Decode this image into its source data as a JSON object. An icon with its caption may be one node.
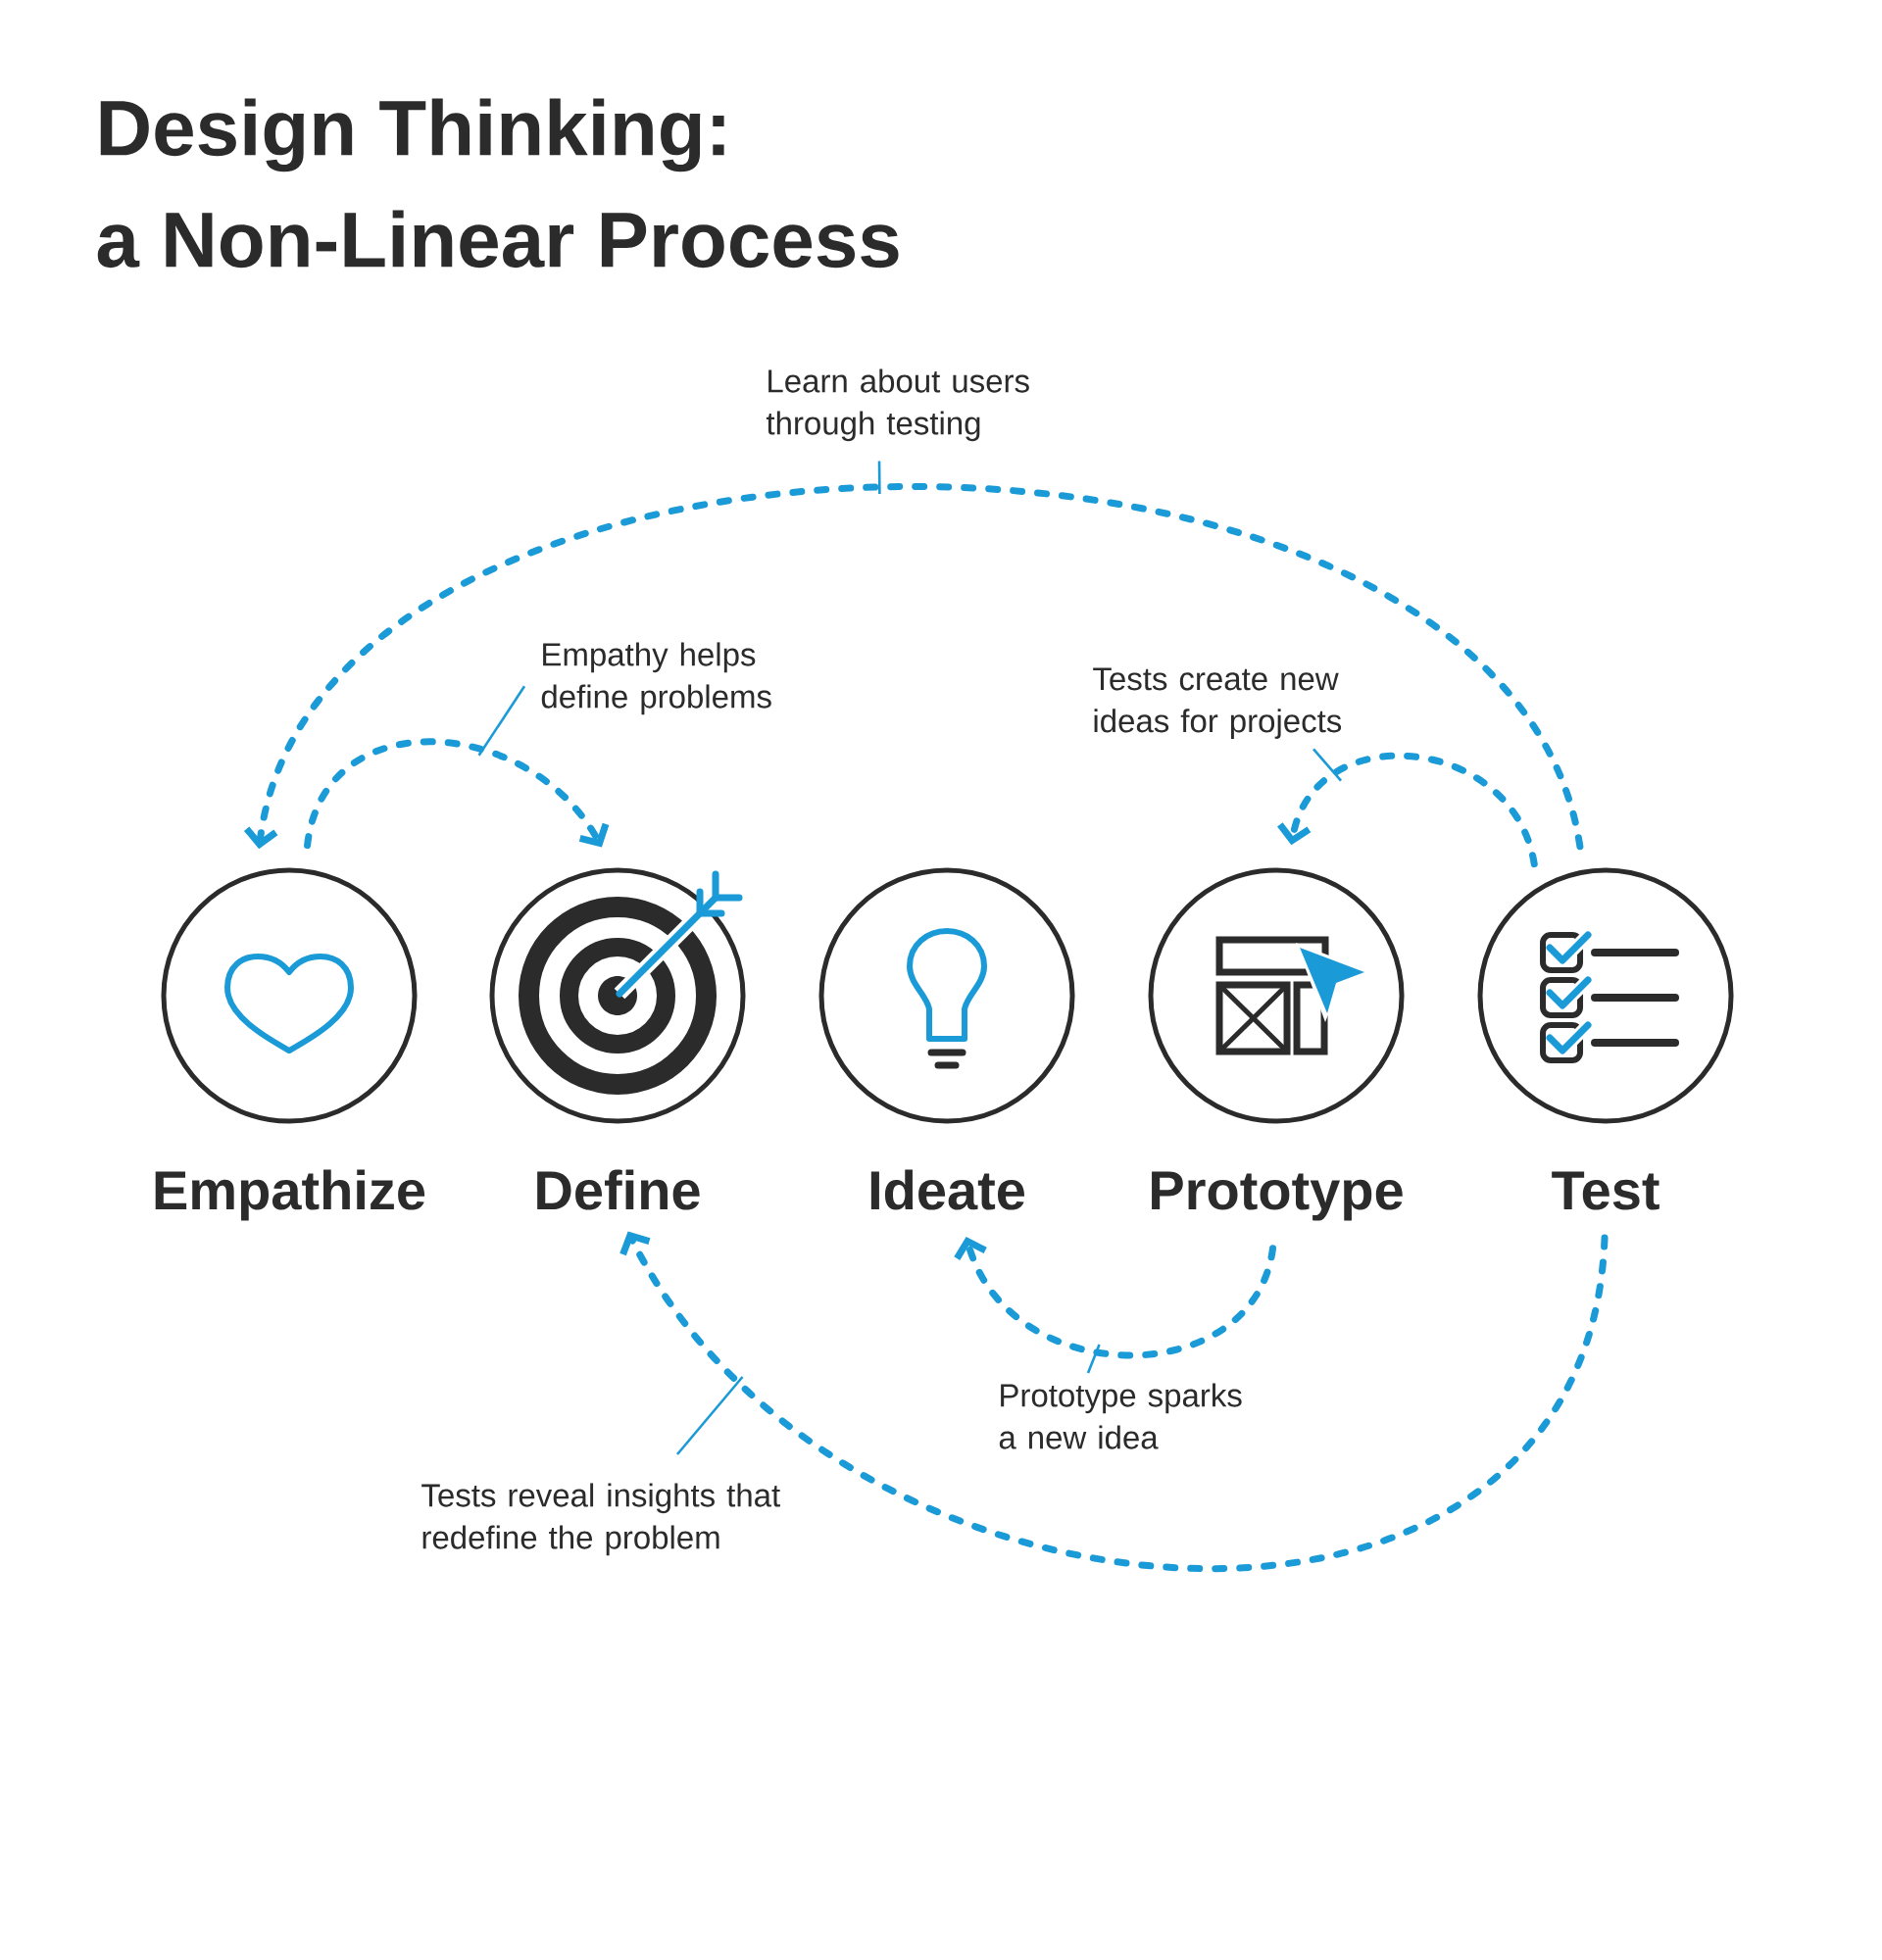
{
  "diagram": {
    "title": "Design Thinking: a Non-Linear Process",
    "nodes": [
      {
        "text": [
          "Empathize"
        ]
      },
      {
        "text": [
          "Define"
        ]
      },
      {
        "text": [
          "Ideate"
        ]
      },
      {
        "text": [
          "Prototype"
        ]
      },
      {
        "text": [
          "Test"
        ]
      },
      {
        "text": [
          "Learn about users through testing"
        ]
      },
      {
        "text": [
          "Empathy helps define problems"
        ]
      },
      {
        "text": [
          "Tests create new ideas for projects"
        ]
      },
      {
        "text": [
          "Prototype sparks a new idea"
        ]
      },
      {
        "text": [
          "Tests reveal insights that redefine the problem"
        ]
      }
    ],
    "edges": [
      {
        "from": 4,
        "to": 0,
        "arrow": "to",
        "style": "dashed"
      },
      {
        "from": 0,
        "to": 1,
        "arrow": "to",
        "style": "dashed"
      },
      {
        "from": 4,
        "to": 3,
        "arrow": "to",
        "style": "dashed"
      },
      {
        "from": 3,
        "to": 2,
        "arrow": "to",
        "style": "dashed"
      },
      {
        "from": 4,
        "to": 1,
        "arrow": "to",
        "style": "dashed"
      },
      {
        "from": 5,
        "to": null,
        "arrow": "none"
      },
      {
        "from": 6,
        "to": null,
        "arrow": "none"
      },
      {
        "from": 7,
        "to": null,
        "arrow": "none"
      },
      {
        "from": 8,
        "to": null,
        "arrow": "none"
      },
      {
        "from": 9,
        "to": null,
        "arrow": "none"
      }
    ]
  }
}
